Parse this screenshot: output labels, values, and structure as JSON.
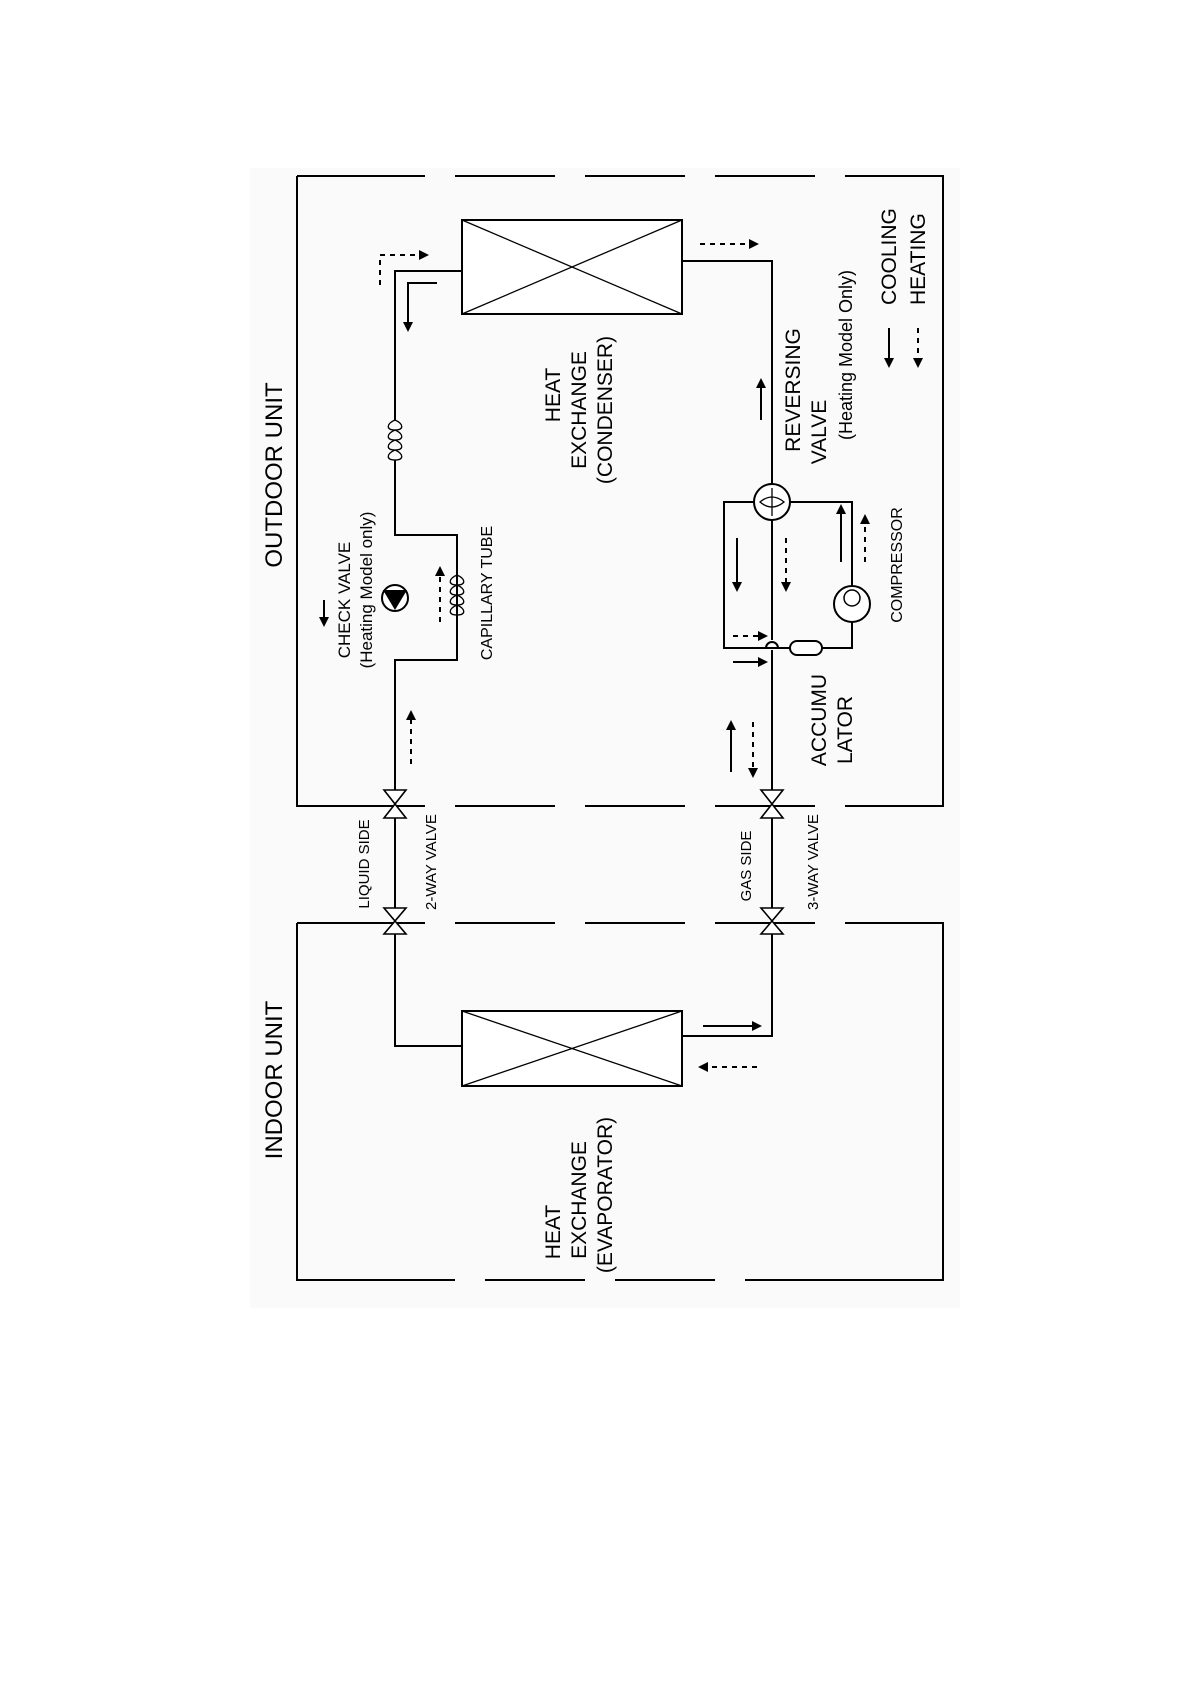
{
  "units": {
    "outdoor": "OUTDOOR UNIT",
    "indoor": "INDOOR UNIT"
  },
  "components": {
    "condenser": [
      "HEAT",
      "EXCHANGE",
      "(CONDENSER)"
    ],
    "evaporator": [
      "HEAT",
      "EXCHANGE",
      "(EVAPORATOR)"
    ],
    "reversing_valve": [
      "REVERSING",
      "VALVE",
      "(Heating Model Only)"
    ],
    "check_valve": [
      "CHECK VALVE",
      "(Heating Model only)"
    ],
    "capillary_tube": "CAPILLARY TUBE",
    "compressor": "COMPRESSOR",
    "accumulator": [
      "ACCUMU",
      "LATOR"
    ]
  },
  "valves": {
    "liquid_side": "LIQUID SIDE",
    "two_way": "2-WAY VALVE",
    "gas_side": "GAS SIDE",
    "three_way": "3-WAY VALVE"
  },
  "legend": {
    "cooling": "COOLING",
    "heating": "HEATING"
  }
}
